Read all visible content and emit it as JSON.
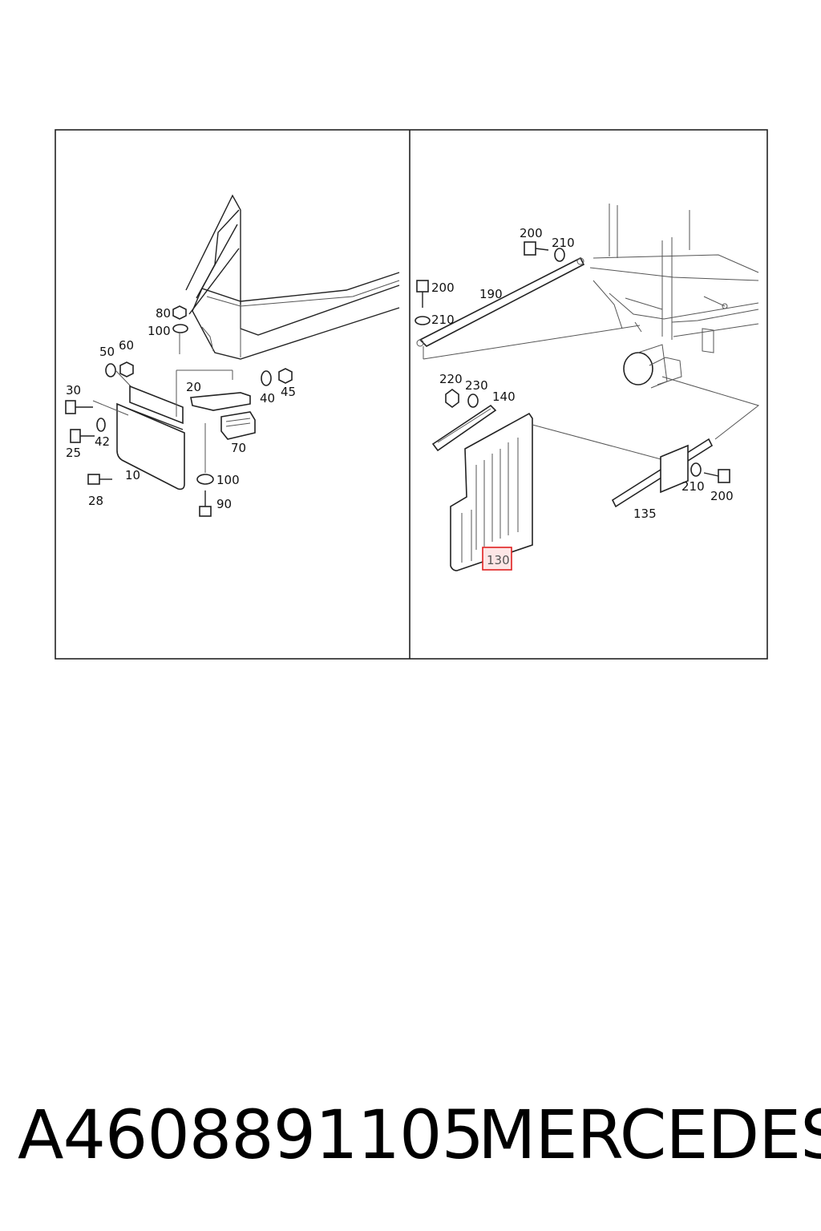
{
  "diagram": {
    "left_panel": {
      "labels": [
        "80",
        "100",
        "50",
        "60",
        "30",
        "20",
        "40",
        "45",
        "25",
        "42",
        "70",
        "10",
        "28",
        "100",
        "90"
      ]
    },
    "right_panel": {
      "labels": [
        "200",
        "210",
        "200",
        "210",
        "190",
        "220",
        "230",
        "140",
        "210",
        "200",
        "135"
      ],
      "highlighted_label": "130"
    }
  },
  "footer": {
    "part_number": "A4608891105",
    "brand": "MERCEDES"
  },
  "colors": {
    "highlight": "#e02020",
    "line": "#222222"
  }
}
